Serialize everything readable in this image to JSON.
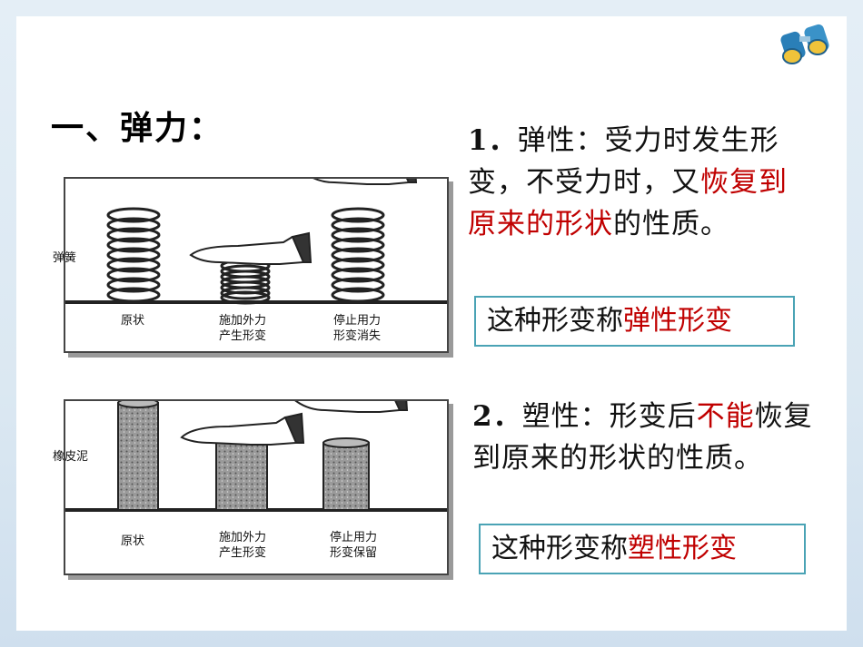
{
  "heading": "一、弹力：",
  "elastic": {
    "num": "1．",
    "text_a": "弹性：受力时发生形变，不受力时，又",
    "text_red": "恢复到原来的形状",
    "text_b": "的性质。",
    "box_a": "这种形变称",
    "box_red": "弹性形变"
  },
  "plastic": {
    "num": "2．",
    "text_a": "塑性：形变后",
    "text_red": "不能",
    "text_b": "恢复到原来的形状的性质。",
    "box_a": "这种形变称",
    "box_red": "塑性形变"
  },
  "fig_spring": {
    "label": "弹簧",
    "cap1": "原状",
    "cap2a": "施加外力",
    "cap2b": "产生形变",
    "cap3a": "停止用力",
    "cap3b": "形变消失"
  },
  "fig_clay": {
    "label": "橡皮泥",
    "cap1": "原状",
    "cap2a": "施加外力",
    "cap2b": "产生形变",
    "cap3a": "停止用力",
    "cap3b": "形变保留"
  },
  "colors": {
    "accent_red": "#c00000",
    "box_border": "#4aa3b5"
  },
  "icons": {
    "corner": "binoculars-icon"
  }
}
